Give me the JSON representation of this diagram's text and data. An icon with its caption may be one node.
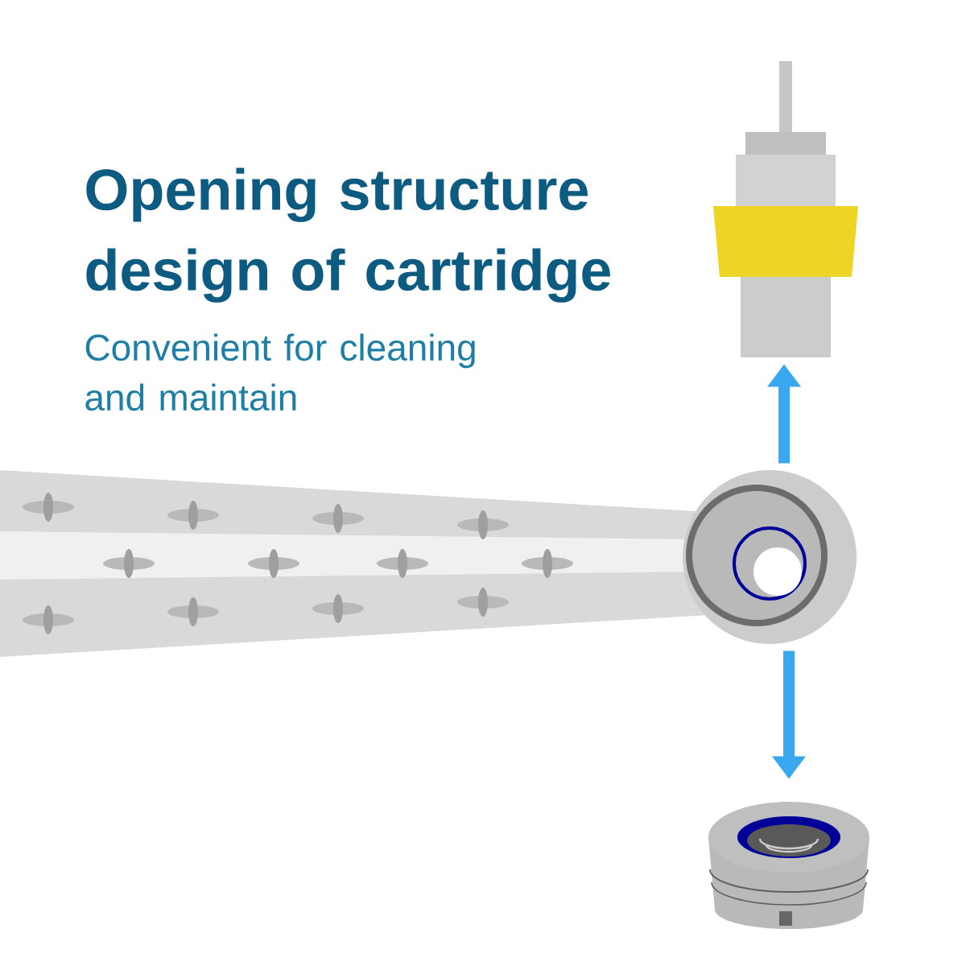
{
  "diagram": {
    "title": "Opening structure design of cartridge",
    "nodes": [
      {
        "text": [],
        "shape": "picture"
      },
      {
        "text": [],
        "shape": "picture"
      },
      {
        "text": [],
        "shape": "picture"
      }
    ],
    "edges": [
      {
        "from": 0,
        "to": 1,
        "arrow": "to"
      },
      {
        "from": 0,
        "to": 2,
        "arrow": "to"
      }
    ],
    "labels": [
      "Convenient for cleaning and maintain"
    ]
  }
}
